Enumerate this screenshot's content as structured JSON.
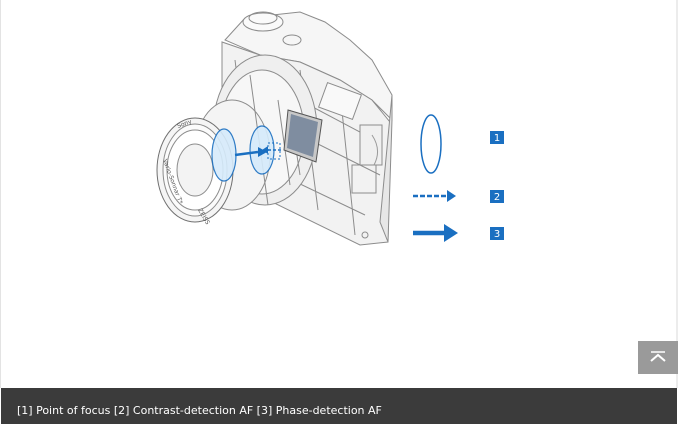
{
  "figure": {
    "legend_markers": [
      "1",
      "2",
      "3"
    ],
    "lens_text_top": "Sony",
    "lens_text_side": "Vario-Sonnar T*",
    "lens_text_bottom": "ZEISS"
  },
  "caption": {
    "text": "[1] Point of focus [2] Contrast-detection AF [3] Phase-detection AF"
  },
  "colors": {
    "accent": "#1a6fc1",
    "caption_bg": "#3b3b3b",
    "focus_fill": "#d6ebfb"
  },
  "back_to_top": {
    "icon": "chevron-up-icon"
  }
}
